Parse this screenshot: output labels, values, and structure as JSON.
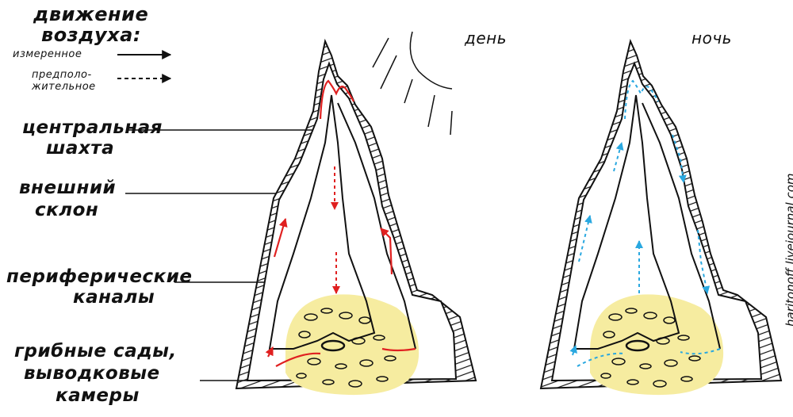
{
  "legend": {
    "title_line1": "движение",
    "title_line2": "воздуха:",
    "measured": "измеренное",
    "assumed_line1": "предполо-",
    "assumed_line2": "жительное"
  },
  "labels": {
    "shaft_line1": "центральная",
    "shaft_line2": "шахта",
    "slope_line1": "внешний",
    "slope_line2": "склон",
    "channels_line1": "периферические",
    "channels_line2": "каналы",
    "gardens_line1": "грибные сады,",
    "gardens_line2": "выводковые",
    "gardens_line3": "камеры"
  },
  "columns": {
    "day": "день",
    "night": "ночь"
  },
  "credit": "haritonoff.livejournal.com",
  "colors": {
    "day_flow": "#e02020",
    "night_flow": "#2aa8e0",
    "garden": "#f6eca0",
    "outline": "#111111"
  }
}
